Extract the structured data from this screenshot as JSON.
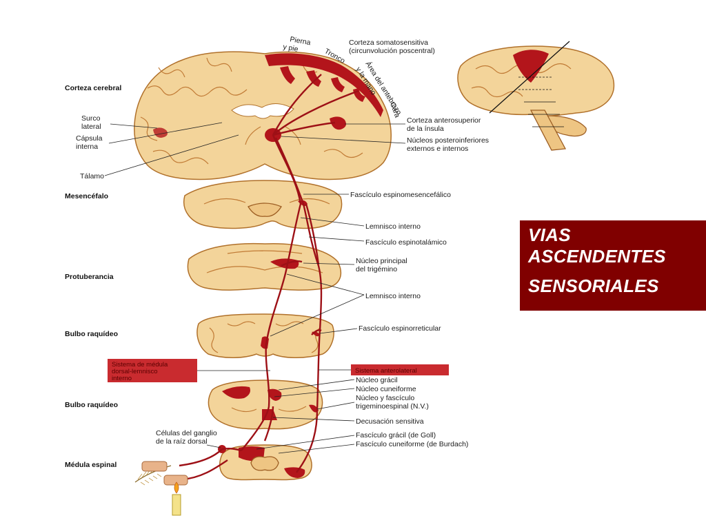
{
  "title": {
    "line1": "VIAS",
    "line2": "ASCENDENTES",
    "line3": "SENSORIALES"
  },
  "colors": {
    "title_bg": "#800000",
    "pathway_red": "#b3151b",
    "tissue": "#f3d49a"
  },
  "levels": {
    "cortex": "Corteza cerebral",
    "mesencephalon": "Mesencéfalo",
    "pons": "Protuberancia",
    "medulla_upper": "Bulbo raquídeo",
    "medulla_lower": "Bulbo raquídeo",
    "spinal_cord": "Médula espinal"
  },
  "left_labels": {
    "lateral_sulcus_1": "Surco",
    "lateral_sulcus_2": "lateral",
    "internal_capsule_1": "Cápsula",
    "internal_capsule_2": "interna",
    "thalamus": "Tálamo",
    "ganglion_1": "Células del ganglio",
    "ganglion_2": "de la raíz dorsal"
  },
  "systems": {
    "dorsal_column_1": "Sistema de médula",
    "dorsal_column_2": "dorsal-lemnisco",
    "dorsal_column_3": "interno",
    "anterolateral": "Sistema anterolateral"
  },
  "cortex_regions": {
    "leg_foot_1": "Pierna",
    "leg_foot_2": "y pie",
    "trunk": "Tronco",
    "forearm_1": "Área del antebrazo",
    "forearm_2": "y la mano",
    "face": "Cara"
  },
  "right_labels": {
    "somatosensory_1": "Corteza somatosensitiva",
    "somatosensory_2": "(circunvolución poscentral)",
    "insula_1": "Corteza anterosuperior",
    "insula_2": "de la ínsula",
    "nuclei_1": "Núcleos posteroinferiores",
    "nuclei_2": "externos e internos",
    "spinomesencephalic": "Fascículo espinomesencefálico",
    "medial_lemniscus_1": "Lemnisco interno",
    "spinothalamic": "Fascículo espinotalámico",
    "trigeminal_principal_1": "Núcleo principal",
    "trigeminal_principal_2": "del trigémino",
    "medial_lemniscus_2": "Lemnisco interno",
    "spinoreticular": "Fascículo espinorreticular",
    "gracile_nucleus": "Núcleo grácil",
    "cuneate_nucleus": "Núcleo cuneiforme",
    "trigeminospinal_1": "Núcleo y fascículo",
    "trigeminospinal_2": "trigeminoespinal (N.V.)",
    "sensory_decussation": "Decusación sensitiva",
    "gracile_fasciculus": "Fascículo grácil (de Goll)",
    "cuneate_fasciculus": "Fascículo cuneiforme (de Burdach)"
  }
}
